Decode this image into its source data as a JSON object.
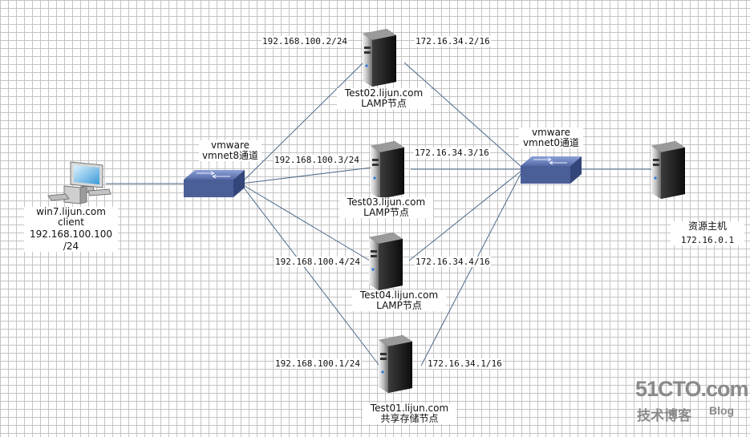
{
  "nodes": {
    "client": {
      "lines": [
        "win7.lijun.com",
        "client",
        "192.168.100.100",
        "/24"
      ]
    },
    "switch_left": {
      "lines": [
        "vmware",
        "vmnet8通道"
      ]
    },
    "switch_right": {
      "lines": [
        "vmware",
        "vmnet0通道"
      ]
    },
    "test02": {
      "lines": [
        "Test02.lijun.com",
        "LAMP节点"
      ],
      "ip_left": "192.168.100.2/24",
      "ip_right": "172.16.34.2/16"
    },
    "test03": {
      "lines": [
        "Test03.lijun.com",
        "LAMP节点"
      ],
      "ip_left": "192.168.100.3/24",
      "ip_right": "172.16.34.3/16"
    },
    "test04": {
      "lines": [
        "Test04.lijun.com",
        "LAMP节点"
      ],
      "ip_left": "192.168.100.4/24",
      "ip_right": "172.16.34.4/16"
    },
    "test01": {
      "lines": [
        "Test01.lijun.com",
        "共享存储节点"
      ],
      "ip_left": "192.168.100.1/24",
      "ip_right": "172.16.34.1/16"
    },
    "resource_host": {
      "lines": [
        "资源主机",
        "172.16.0.1"
      ]
    }
  },
  "watermark": {
    "site": "51CTO.com",
    "tag": "技术博客",
    "blog": "Blog"
  },
  "colors": {
    "link": "#4d6a8a",
    "switch": "#5a6fa8",
    "server": "#2a2a2a",
    "watermark": "#8a8a8a"
  }
}
